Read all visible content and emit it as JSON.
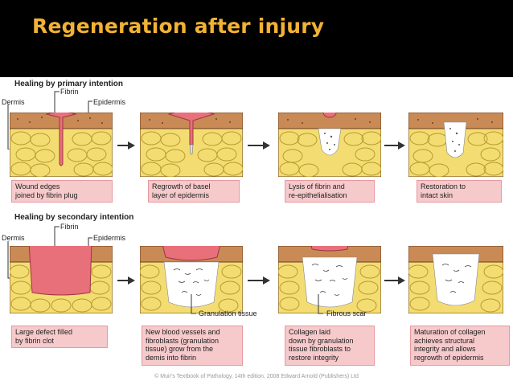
{
  "slide_title": "Regeneration after injury",
  "primary": {
    "heading": "Healing by primary intention",
    "labels": {
      "dermis": "Dermis",
      "fibrin": "Fibrin",
      "epidermis": "Epidermis"
    },
    "captions": [
      "Wound edges\njoined by fibrin plug",
      "Regrowth of basel\nlayer of epidermis",
      "Lysis of fibrin and\nre-epithelialisation",
      "Restoration to\nintact skin"
    ]
  },
  "secondary": {
    "heading": "Healing by secondary intention",
    "labels": {
      "dermis": "Dermis",
      "fibrin": "Fibrin",
      "epidermis": "Epidermis",
      "granulation": "Granulation tissue",
      "scar": "Fibrous scar"
    },
    "captions": [
      "Large defect filled\nby fibrin clot",
      "New blood vessels and\nfibroblasts (granulation\ntissue) grow from the\ndemis into fibrin",
      "Collagen laid\ndown by granulation\ntissue fibroblasts to\nrestore integrity",
      "Maturation of collagen\nachieves structural\nintegrity and allows\nregrowth of epidermis"
    ]
  },
  "copyright": "© Muir's Textbook of Pathology, 14th edition, 2008 Edward Arnold (Publishers) Ltd",
  "colors": {
    "title": "#f2b233",
    "epidermis": "#c98a55",
    "fat": "#f3dd72",
    "fibrin": "#e8707a",
    "caption_bg": "#f6c9cb"
  }
}
